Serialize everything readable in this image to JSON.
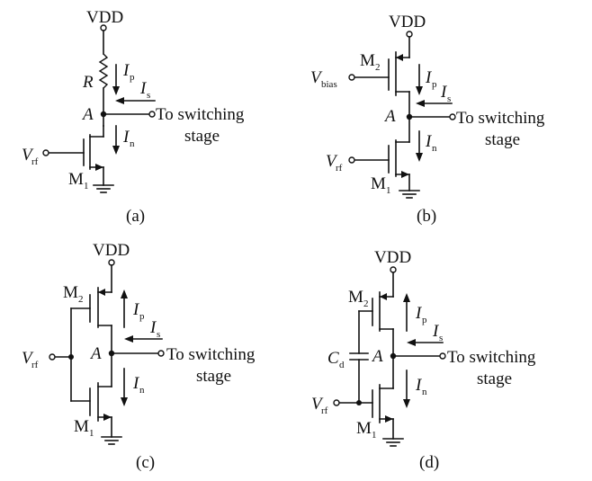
{
  "labels": {
    "vdd": "VDD",
    "resistor": "R",
    "node": "A",
    "to_switching_line1": "To switching",
    "to_switching_line2": "stage",
    "i_p_main": "I",
    "i_p_sub": "p",
    "i_s_main": "I",
    "i_s_sub": "s",
    "i_n_main": "I",
    "i_n_sub": "n",
    "v_rf_main": "V",
    "v_rf_sub": "rf",
    "v_bias_main": "V",
    "v_bias_sub": "bias",
    "m1_main": "M",
    "m1_sub": "1",
    "m2_main": "M",
    "m2_sub": "2",
    "cd_main": "C",
    "cd_sub": "d"
  },
  "captions": {
    "a": "(a)",
    "b": "(b)",
    "c": "(c)",
    "d": "(d)"
  }
}
